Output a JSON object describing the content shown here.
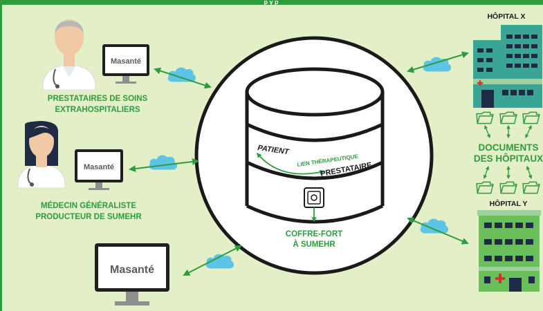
{
  "header": {
    "partial_title": "p             y              p"
  },
  "left_actors": {
    "provider": {
      "label_line1": "PRESTATAIRES DE SOINS",
      "label_line2": "EXTRAHOSPITALIERS",
      "screen_logo": "Masanté"
    },
    "gp": {
      "label_line1": "MÉDECIN GÉNÉRALISTE",
      "label_line2": "PRODUCTEUR DE SUMEHR",
      "screen_logo": "Masanté"
    },
    "patient_screen": {
      "screen_logo": "Masanté"
    }
  },
  "center": {
    "patient": "PATIENT",
    "link": "LIEN THÉRAPEUTIQUE",
    "prestataire": "PRESTATAIRE",
    "vault_line1": "COFFRE-FORT",
    "vault_line2": "À SUMEHR"
  },
  "right": {
    "hospital_x": "HÔPITAL X",
    "hospital_y": "HÔPITAL Y",
    "docs_line1": "DOCUMENTS",
    "docs_line2": "DES HÔPITAUX"
  },
  "colors": {
    "background": "#e3efc7",
    "accent_green": "#2f9b3c",
    "cloud_blue": "#5ec4e6",
    "ink": "#1a1a1a",
    "hospital_x": "#3aa594",
    "hospital_y": "#6bbf59"
  }
}
